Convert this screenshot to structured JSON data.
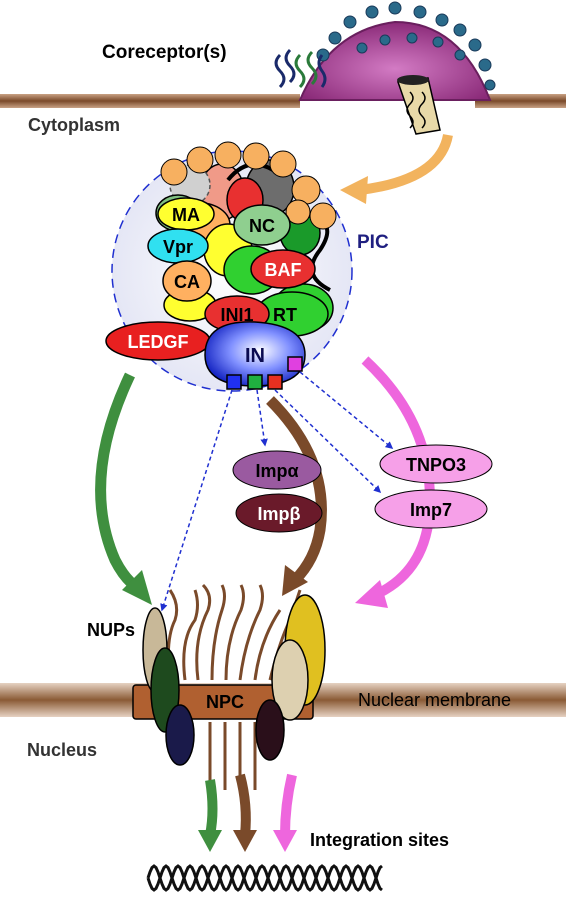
{
  "labels": {
    "coreceptor": "Coreceptor(s)",
    "cytoplasm": "Cytoplasm",
    "pic": "PIC",
    "ma": "MA",
    "nc": "NC",
    "vpr": "Vpr",
    "ca": "CA",
    "baf": "BAF",
    "ini1": "INI1",
    "rt": "RT",
    "ledgf": "LEDGF",
    "in": "IN",
    "tnpo3": "TNPO3",
    "imp7": "Imp7",
    "imp_alpha": "Impα",
    "imp_beta": "Impβ",
    "nups": "NUPs",
    "npc": "NPC",
    "nuclear_membrane": "Nuclear membrane",
    "nucleus": "Nucleus",
    "integration_sites": "Integration sites"
  },
  "colors": {
    "membrane": "#8a5a35",
    "green_path": "#3f8f3f",
    "brown_path": "#7a4a2a",
    "pink_path": "#ee66dd",
    "orange_arrow": "#f2b35e",
    "dashed_blue": "#2030d0"
  }
}
